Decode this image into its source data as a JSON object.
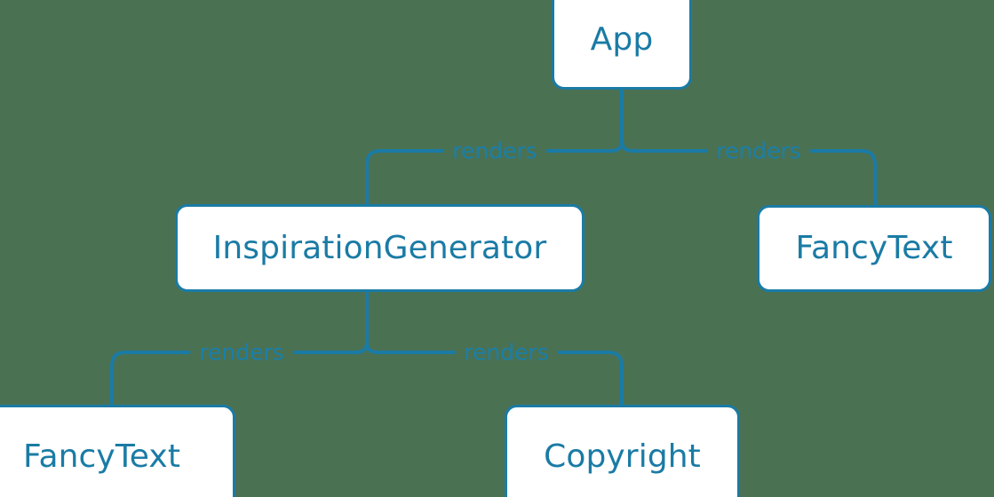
{
  "diagram": {
    "type": "component-tree",
    "background_color": "#4b7153",
    "node_fill_color": "#ffffff",
    "node_border_color": "#1a7ba5",
    "node_text_color": "#1a7ba5",
    "edge_color": "#1a7ba5",
    "edge_label_color": "#1a7fa8",
    "nodes": [
      {
        "id": "app",
        "label": "App"
      },
      {
        "id": "inspiration_generator",
        "label": "InspirationGenerator"
      },
      {
        "id": "fancytext_right",
        "label": "FancyText"
      },
      {
        "id": "fancytext_left",
        "label": "FancyText"
      },
      {
        "id": "copyright",
        "label": "Copyright"
      }
    ],
    "edges": [
      {
        "from": "app",
        "to": "inspiration_generator",
        "label": "renders"
      },
      {
        "from": "app",
        "to": "fancytext_right",
        "label": "renders"
      },
      {
        "from": "inspiration_generator",
        "to": "fancytext_left",
        "label": "renders"
      },
      {
        "from": "inspiration_generator",
        "to": "copyright",
        "label": "renders"
      }
    ]
  }
}
